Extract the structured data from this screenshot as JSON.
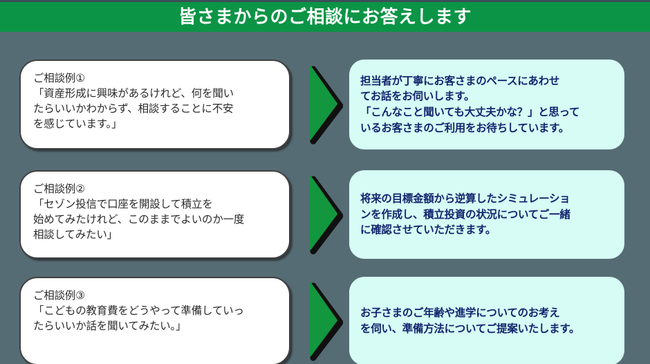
{
  "header": {
    "title": "皆さまからのご相談にお答えします",
    "background_color": "#0c9446",
    "text_color": "#ffffff"
  },
  "theme": {
    "slide_background": "#566c74",
    "question_card_background": "#ffffff",
    "question_card_border": "#404040",
    "question_text_color": "#2b2b2b",
    "answer_card_background": "#d6fcf5",
    "answer_text_color": "#12256e",
    "arrow_fill": "#12973f",
    "arrow_shadow": "#101010"
  },
  "rows": [
    {
      "question": "ご相談例①\n「資産形成に興味があるけれど、何を聞い\nたらいいかわからず、相談することに不安\nを感じています。」",
      "arrow_icon": "arrow-right-icon",
      "answer": "担当者が丁寧にお客さまのペースにあわせ\nてお話をお伺いします。\n「こんなこと聞いても大丈夫かな？」と思って\nいるお客さまのご利用をお待ちしています。"
    },
    {
      "question": "ご相談例②\n「セゾン投信で口座を開設して積立を\n始めてみたけれど、このままでよいのか一度\n相談してみたい」",
      "arrow_icon": "arrow-right-icon",
      "answer": "将来の目標金額から逆算したシミュレーショ\nンを作成し、積立投資の状況についてご一緒\nに確認させていただきます。"
    },
    {
      "question": "ご相談例③\n「こどもの教育費をどうやって準備していっ\nたらいいか話を聞いてみたい。」",
      "arrow_icon": "arrow-right-icon",
      "answer": "お子さまのご年齢や進学についてのお考え\nを伺い、準備方法についてご提案いたします。"
    }
  ]
}
